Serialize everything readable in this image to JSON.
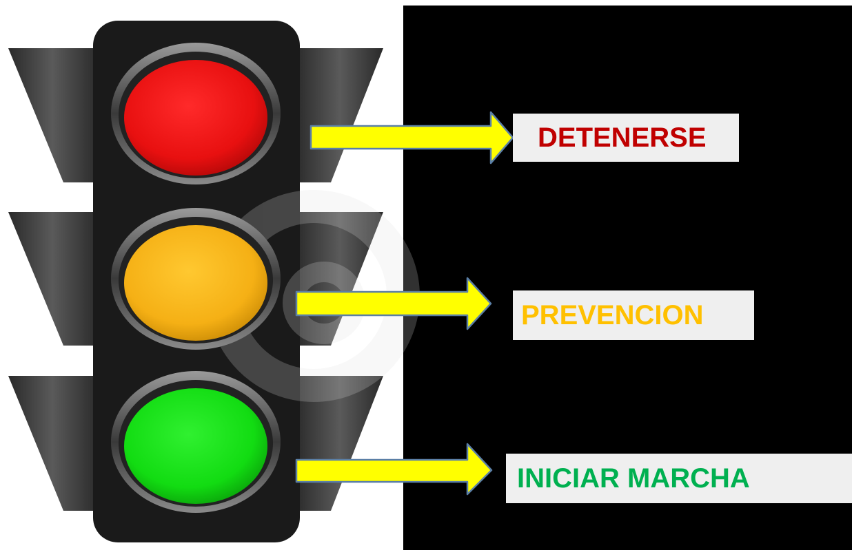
{
  "lights": [
    {
      "name": "red",
      "color": "#ef1010",
      "label": "DETENERSE",
      "label_color": "#c00000"
    },
    {
      "name": "amber",
      "color": "#f7b515",
      "label": "PREVENCION",
      "label_color": "#ffc000"
    },
    {
      "name": "green",
      "color": "#10e010",
      "label": "INICIAR MARCHA",
      "label_color": "#00b050"
    }
  ],
  "colors": {
    "arrow_fill": "#ffff00",
    "arrow_stroke": "#5b7fa6",
    "signal_body": "#1a1a1a",
    "panel": "#000000",
    "label_background": "#efefef"
  }
}
